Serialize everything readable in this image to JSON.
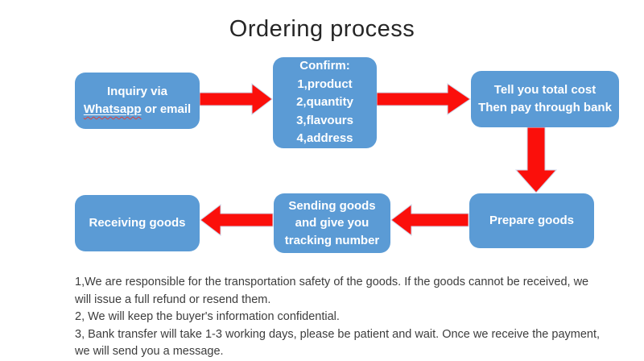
{
  "title": "Ordering process",
  "flow": {
    "inquiry": {
      "line1": "Inquiry via",
      "highlight_word": "Whatsapp",
      "line2_rest": " or email"
    },
    "confirm": {
      "label": "Confirm:\n1,product\n2,quantity\n3,flavours\n4,address"
    },
    "payment": {
      "label": "Tell you total cost\nThen pay through bank"
    },
    "prepare": {
      "label": "Prepare goods"
    },
    "sending": {
      "label": "Sending goods\nand give you\ntracking number"
    },
    "receiving": {
      "label": "Receiving goods"
    }
  },
  "notes": [
    "1,We are responsible for the transportation safety of the goods. If the goods cannot be received, we will issue a full refund or resend them.",
    "2, We will keep the buyer's information confidential.",
    "3, Bank transfer will take 1-3 working days, please be patient and wait. Once we receive the payment, we will send you a message."
  ],
  "colors": {
    "node_fill": "#5b9bd5",
    "node_text": "#ffffff",
    "arrow_fill": "#fb0f0b",
    "arrow_stroke": "#ccd6ea",
    "title_text": "#262626",
    "notes_text": "#3d3d3d"
  }
}
